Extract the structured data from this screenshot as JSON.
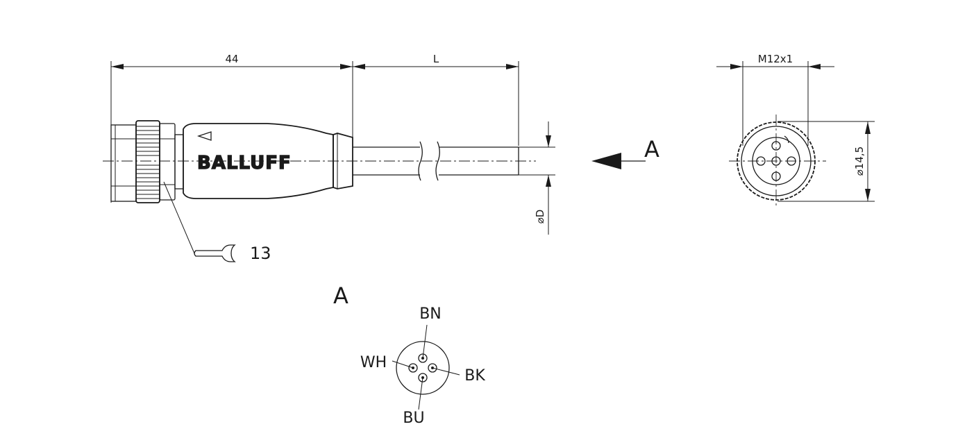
{
  "dimensions": {
    "length_connector": "44",
    "length_cable": "L",
    "thread": "M12x1",
    "outer_diameter": "⌀14,5",
    "cable_diameter": "⌀D",
    "wrench_size": "13"
  },
  "brand_logo": "BALLUFF",
  "view_marker": "A",
  "pin_view": {
    "title": "A",
    "pins": [
      "BN",
      "WH",
      "BK",
      "BU"
    ]
  },
  "line_color": "#1a1a1a"
}
